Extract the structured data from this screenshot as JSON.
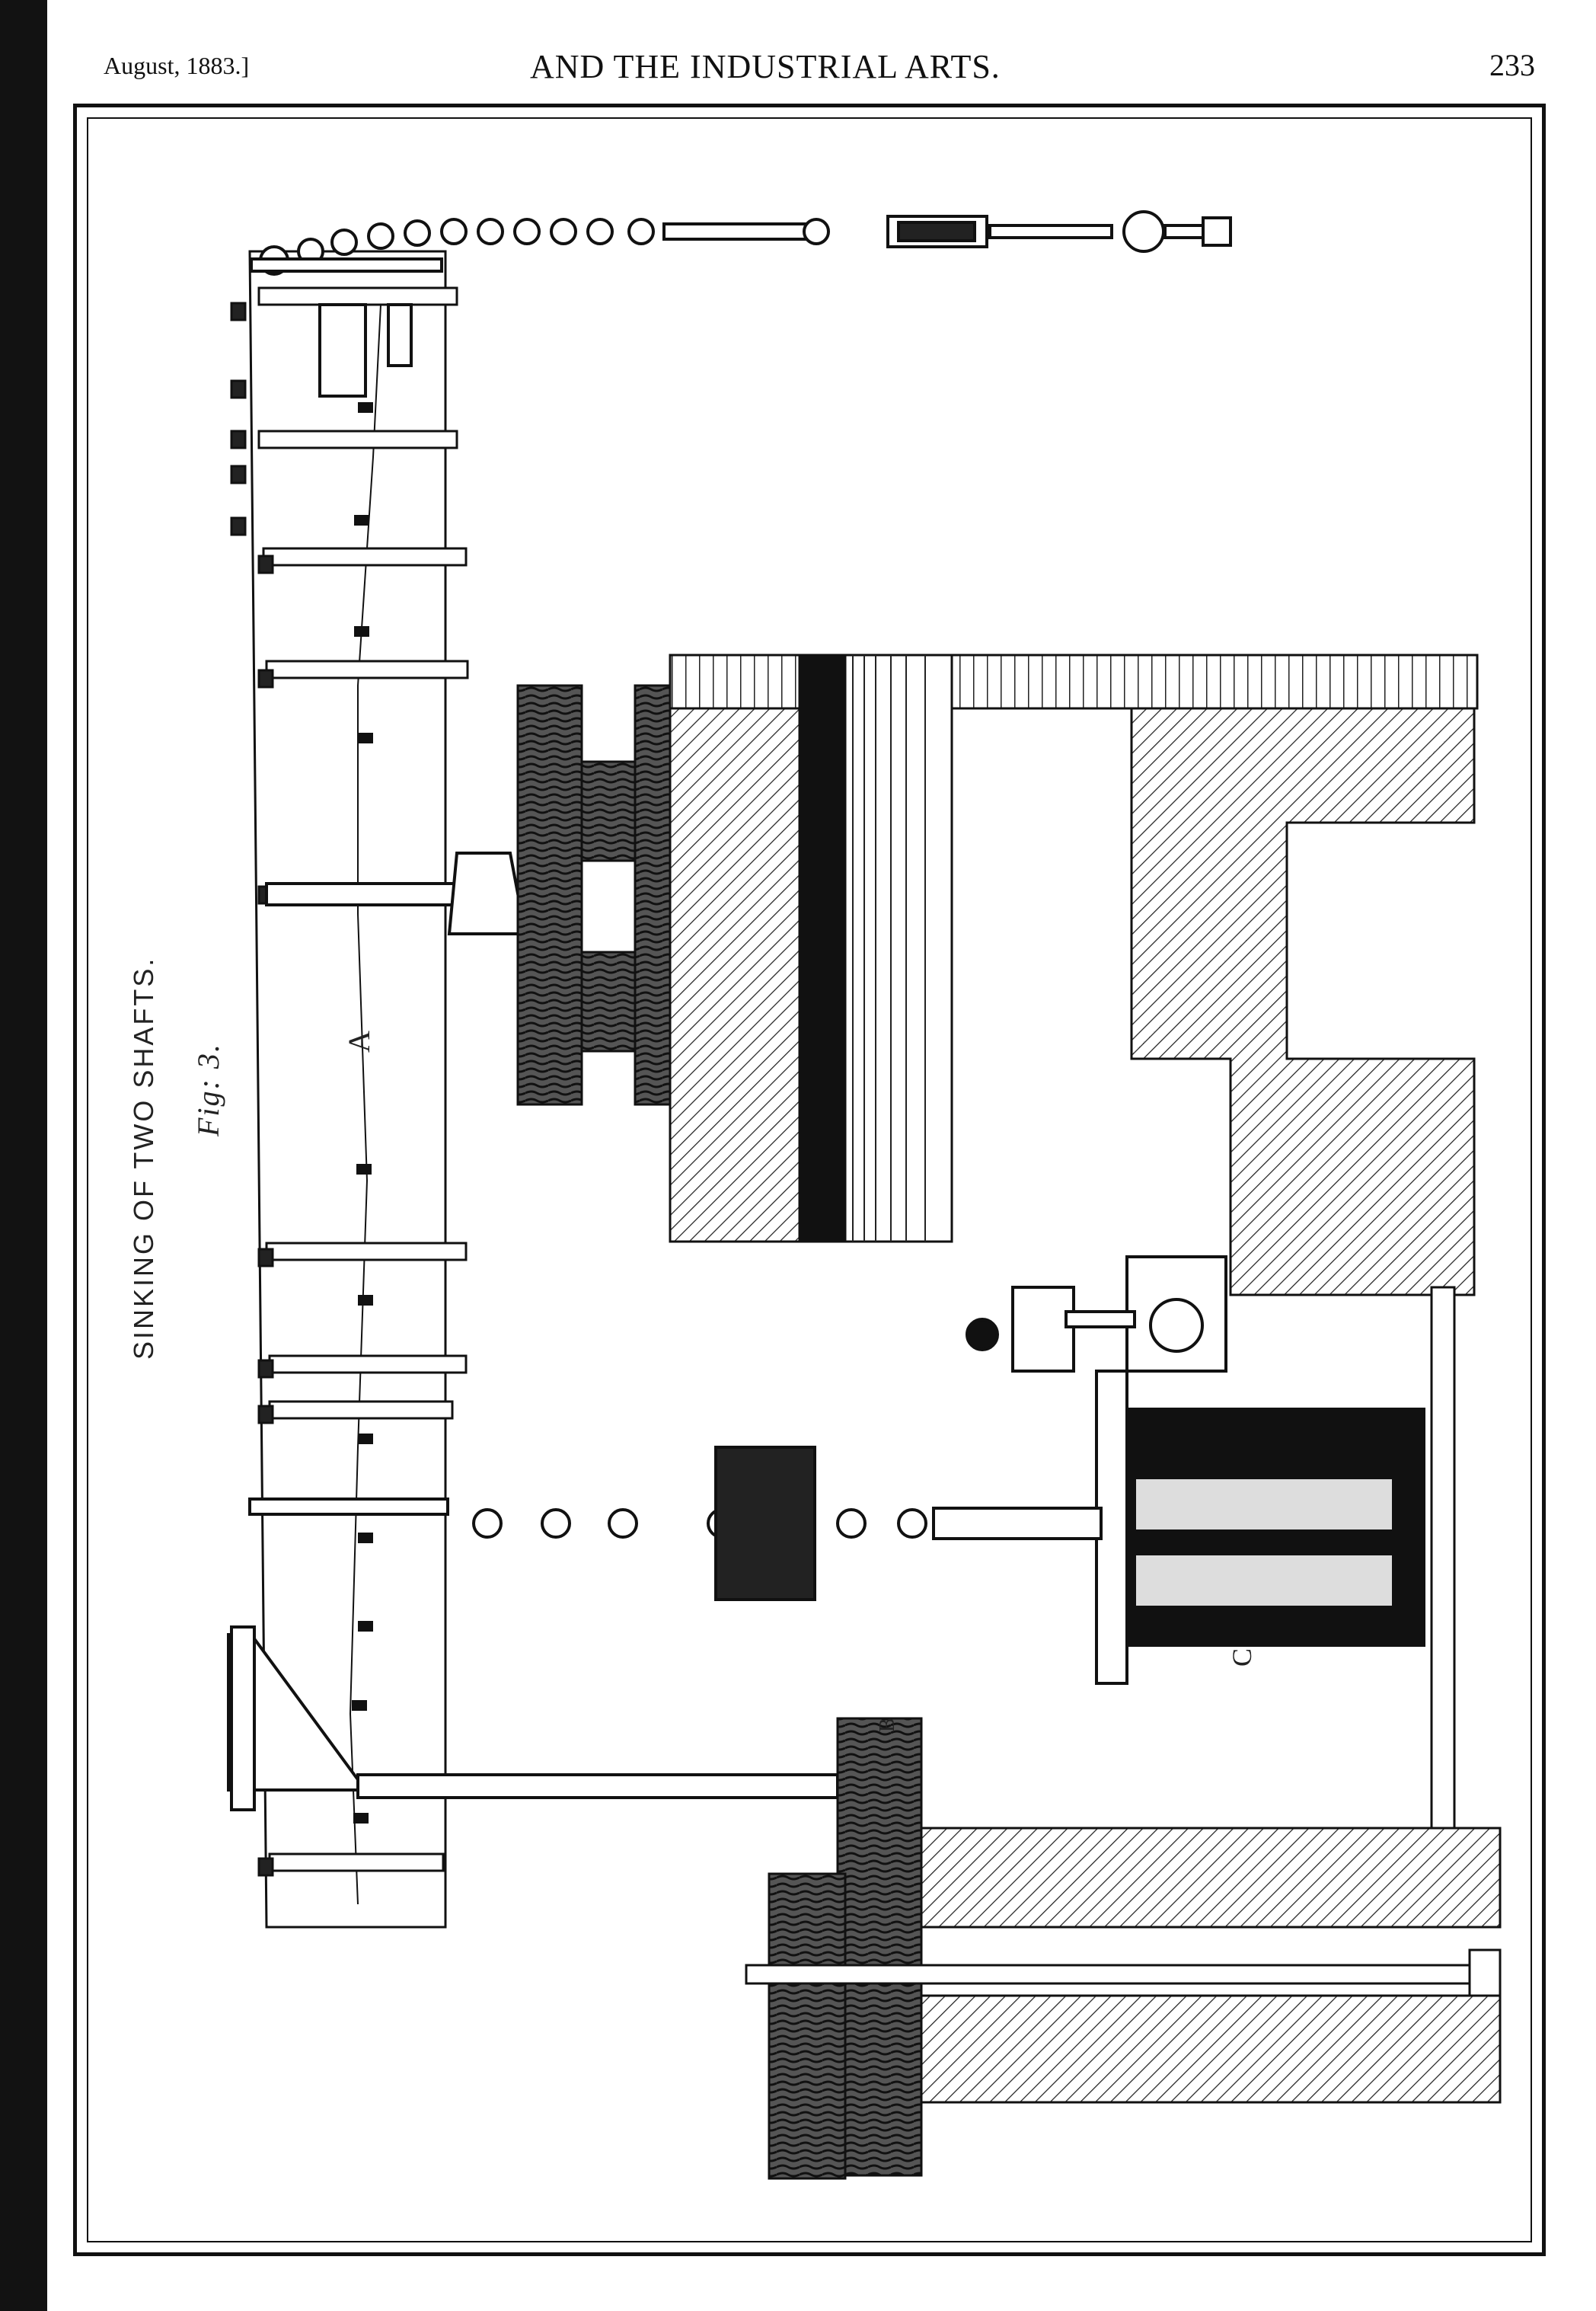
{
  "header": {
    "date": "August, 1883.]",
    "running_title": "AND THE INDUSTRIAL ARTS.",
    "page_number": "233"
  },
  "plate": {
    "title": "SINKING OF TWO SHAFTS.",
    "figure_label": "Fig: 3.",
    "labels": {
      "a": "A",
      "b": "B",
      "c": "C"
    }
  }
}
